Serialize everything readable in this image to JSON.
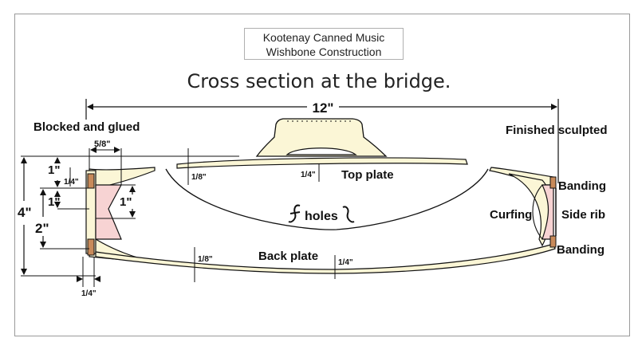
{
  "header": {
    "line1": "Kootenay Canned Music",
    "line2": "Wishbone Construction"
  },
  "subtitle": "Cross section at the bridge.",
  "labels": {
    "width": "12\"",
    "blocked": "Blocked and glued",
    "finished": "Finished sculpted",
    "top_plate": "Top plate",
    "back_plate": "Back plate",
    "holes": "holes",
    "curfing": "Curfing",
    "side_rib": "Side rib",
    "banding_top": "Banding",
    "banding_bottom": "Banding"
  },
  "dims": {
    "d_5_8": "5/8\"",
    "d_1_top": "1\"",
    "d_1_4_left": "1/4\"",
    "d_1_mid": "1\"",
    "d_1_inner": "1\"",
    "d_2": "2\"",
    "d_4": "4\"",
    "d_1_4_bottom": "1/4\"",
    "d_1_8_top": "1/8\"",
    "d_1_4_top": "1/4\"",
    "d_1_8_back": "1/8\"",
    "d_1_4_back": "1/4\""
  },
  "colors": {
    "wood": "#fbf6d6",
    "block": "#f7d3d3",
    "banding": "#c88a5a",
    "line": "#111111"
  }
}
